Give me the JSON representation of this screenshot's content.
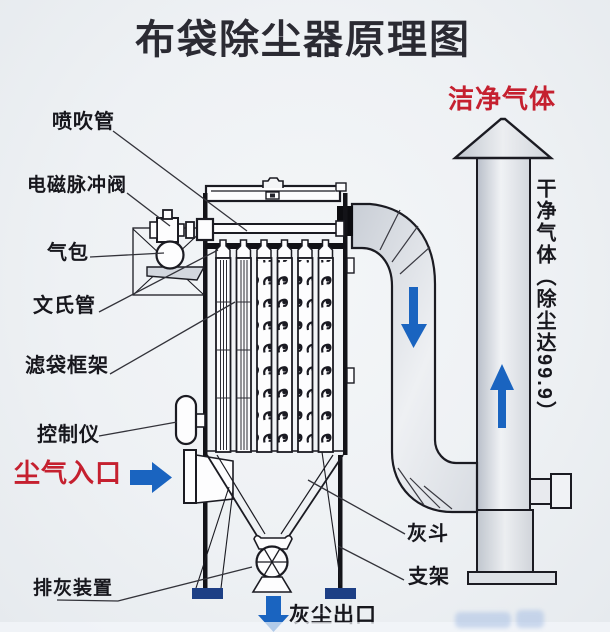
{
  "title": "布袋除尘器原理图",
  "colors": {
    "label_ink": "#17171d",
    "red_accent": "#c5202f",
    "arrow_blue": "#1a64c0",
    "foot_navy": "#1d3f85",
    "duct_gray": "#dfe3e8"
  },
  "callouts": {
    "blow_pipe": "喷吹管",
    "pulse_valve": "电磁脉冲阀",
    "air_bag": "气包",
    "venturi_tube": "文氏管",
    "filter_bag_cage": "滤袋框架",
    "controller": "控制仪",
    "dust_gas_inlet": "尘气入口",
    "ash_discharge_device": "排灰装置",
    "ash_hopper": "灰斗",
    "support_frame": "支架",
    "dust_outlet": "灰尘出口",
    "clean_gas": "洁净气体",
    "clean_gas_note_vertical": "干净气体（除尘达99.9）"
  }
}
